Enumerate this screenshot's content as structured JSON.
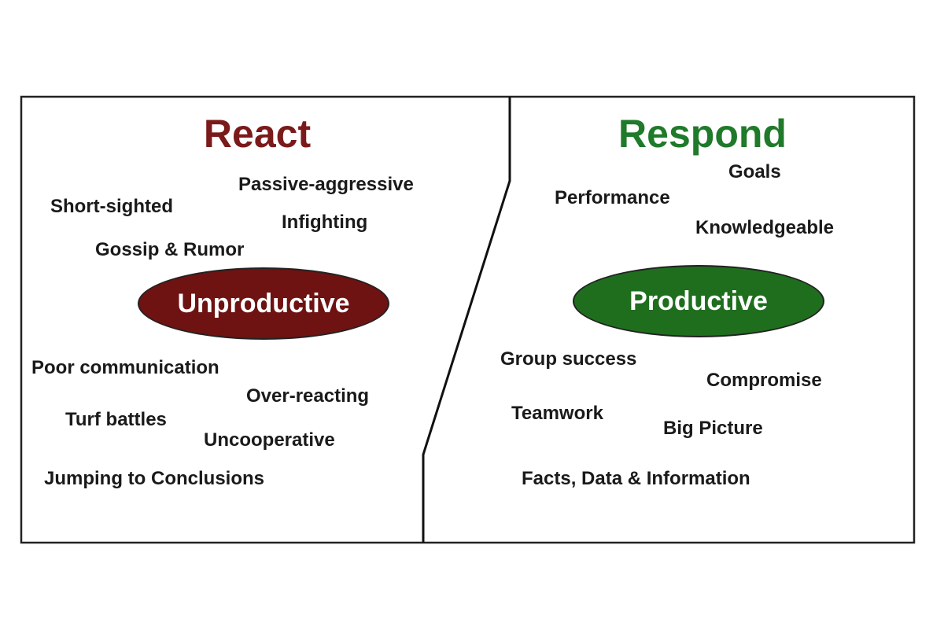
{
  "colors": {
    "react": "#7a1a1a",
    "respond": "#1f7a2a",
    "unproductive_fill": "#6e1212",
    "productive_fill": "#1e6e1e",
    "text": "#1a1a1a",
    "border": "#222222"
  },
  "left": {
    "title": "React",
    "oval_label": "Unproductive",
    "words": [
      "Passive-aggressive",
      "Short-sighted",
      "Infighting",
      "Gossip & Rumor",
      "Poor communication",
      "Over-reacting",
      "Turf battles",
      "Uncooperative",
      "Jumping to Conclusions"
    ]
  },
  "right": {
    "title": "Respond",
    "oval_label": "Productive",
    "words": [
      "Goals",
      "Performance",
      "Knowledgeable",
      "Group success",
      "Compromise",
      "Teamwork",
      "Big Picture",
      "Facts, Data & Information"
    ]
  }
}
